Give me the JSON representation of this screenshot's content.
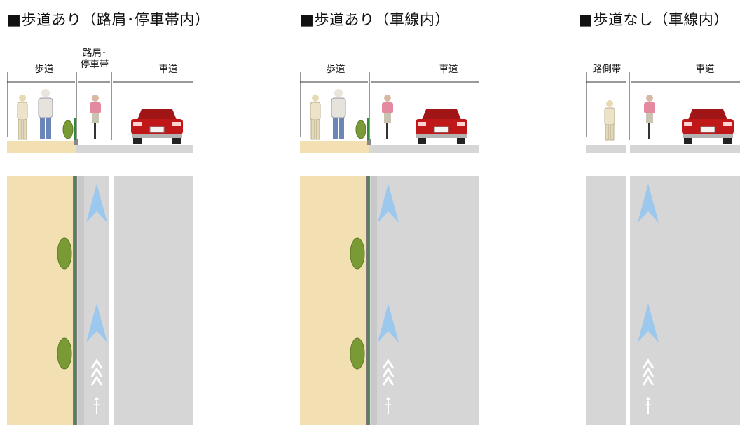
{
  "panels": [
    {
      "title": "■歩道あり（路肩･停車帯内）",
      "labels": {
        "sidewalk": "歩道",
        "shoulder": "路肩･\n停車帯",
        "roadway": "車道"
      }
    },
    {
      "title": "■歩道あり（車線内）",
      "labels": {
        "sidewalk": "歩道",
        "roadway": "車道"
      }
    },
    {
      "title": "■歩道なし（車線内）",
      "labels": {
        "roadside_strip": "路側帯",
        "roadway": "車道"
      }
    }
  ],
  "colors": {
    "sidewalk": "#f2e0b3",
    "road": "#d6d6d6",
    "arrow": "#9cc8ee",
    "curb": "#7a7a7a",
    "shrub": "#7a9a35",
    "car": "#c01818"
  }
}
